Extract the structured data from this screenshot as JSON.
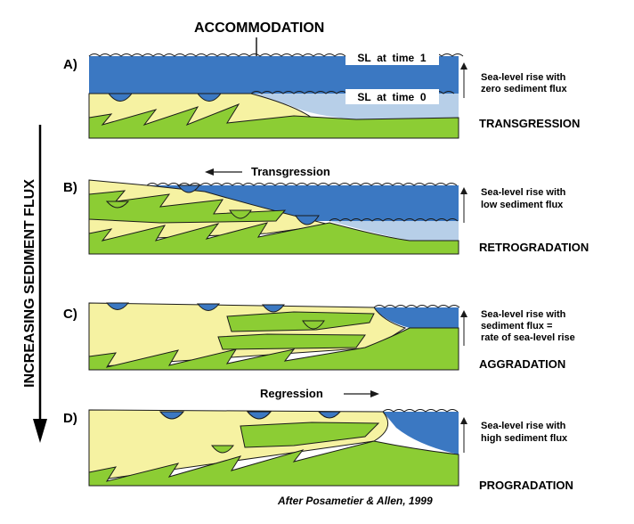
{
  "title": "ACCOMMODATION",
  "axis_label": "INCREASING SEDIMENT FLUX",
  "credit": "After Posametier & Allen, 1999",
  "panels": [
    {
      "letter": "A)",
      "desc": [
        "Sea-level rise with",
        "zero sediment flux"
      ],
      "stage": "TRANSGRESSION",
      "sl_time1": "SL  at  time  1",
      "sl_time0": "SL  at  time  0"
    },
    {
      "letter": "B)",
      "desc": [
        "Sea-level rise with",
        "low sediment flux"
      ],
      "stage": "RETROGRADATION",
      "annotation": "Transgression"
    },
    {
      "letter": "C)",
      "desc": [
        "Sea-level rise with",
        "sediment flux =",
        "rate of sea-level rise"
      ],
      "stage": "AGGRADATION"
    },
    {
      "letter": "D)",
      "desc": [
        "Sea-level rise with",
        "high sediment flux"
      ],
      "stage": "PROGRADATION",
      "annotation": "Regression"
    }
  ],
  "colors": {
    "sea_deep": "#3b78c2",
    "sea_light": "#b7cfe8",
    "sand": "#f6f2a2",
    "mud": "#8ccd34",
    "outline": "#1a1a1a"
  }
}
